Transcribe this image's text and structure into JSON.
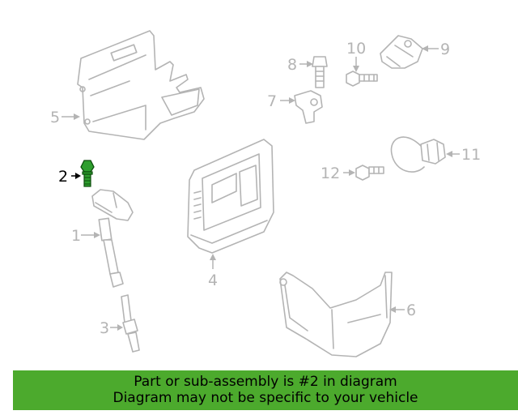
{
  "callouts": {
    "c1": "1",
    "c2": "2",
    "c3": "3",
    "c4": "4",
    "c5": "5",
    "c6": "6",
    "c7": "7",
    "c8": "8",
    "c9": "9",
    "c10": "10",
    "c11": "11",
    "c12": "12"
  },
  "highlight": "2",
  "colors": {
    "highlight_part": "#2e9e2e",
    "banner": "#4caa2d",
    "part_lines": "#b4b4b4"
  },
  "banner": {
    "line1": "Part or sub-assembly is #2 in diagram",
    "line2": "Diagram may not be specific to your vehicle"
  }
}
